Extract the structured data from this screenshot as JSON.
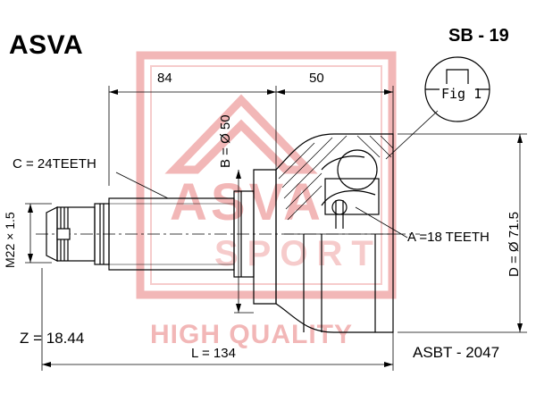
{
  "header": {
    "brand": "ASVA",
    "part_code": "SB - 19"
  },
  "watermark": {
    "logo_text": "ASVA",
    "sport_text": "SPORT",
    "quality_text": "HIGH QUALITY",
    "color": "#f2b7b7"
  },
  "figure": {
    "fig_label": "Fig 1"
  },
  "dimensions": {
    "top_left": "84",
    "top_right": "50",
    "bore_diameter": "B = Ø 50",
    "outer_spline": "C = 24TEETH",
    "thread": "M22 × 1.5",
    "inner_spline": "A =18 TEETH",
    "outer_diameter": "D = Ø 71.5",
    "abs_ring": "Z = 18.44",
    "length": "L = 134"
  },
  "footer": {
    "ref_code": "ASBT - 2047"
  },
  "colors": {
    "line": "#000000",
    "watermark": "#f2b7b7"
  }
}
